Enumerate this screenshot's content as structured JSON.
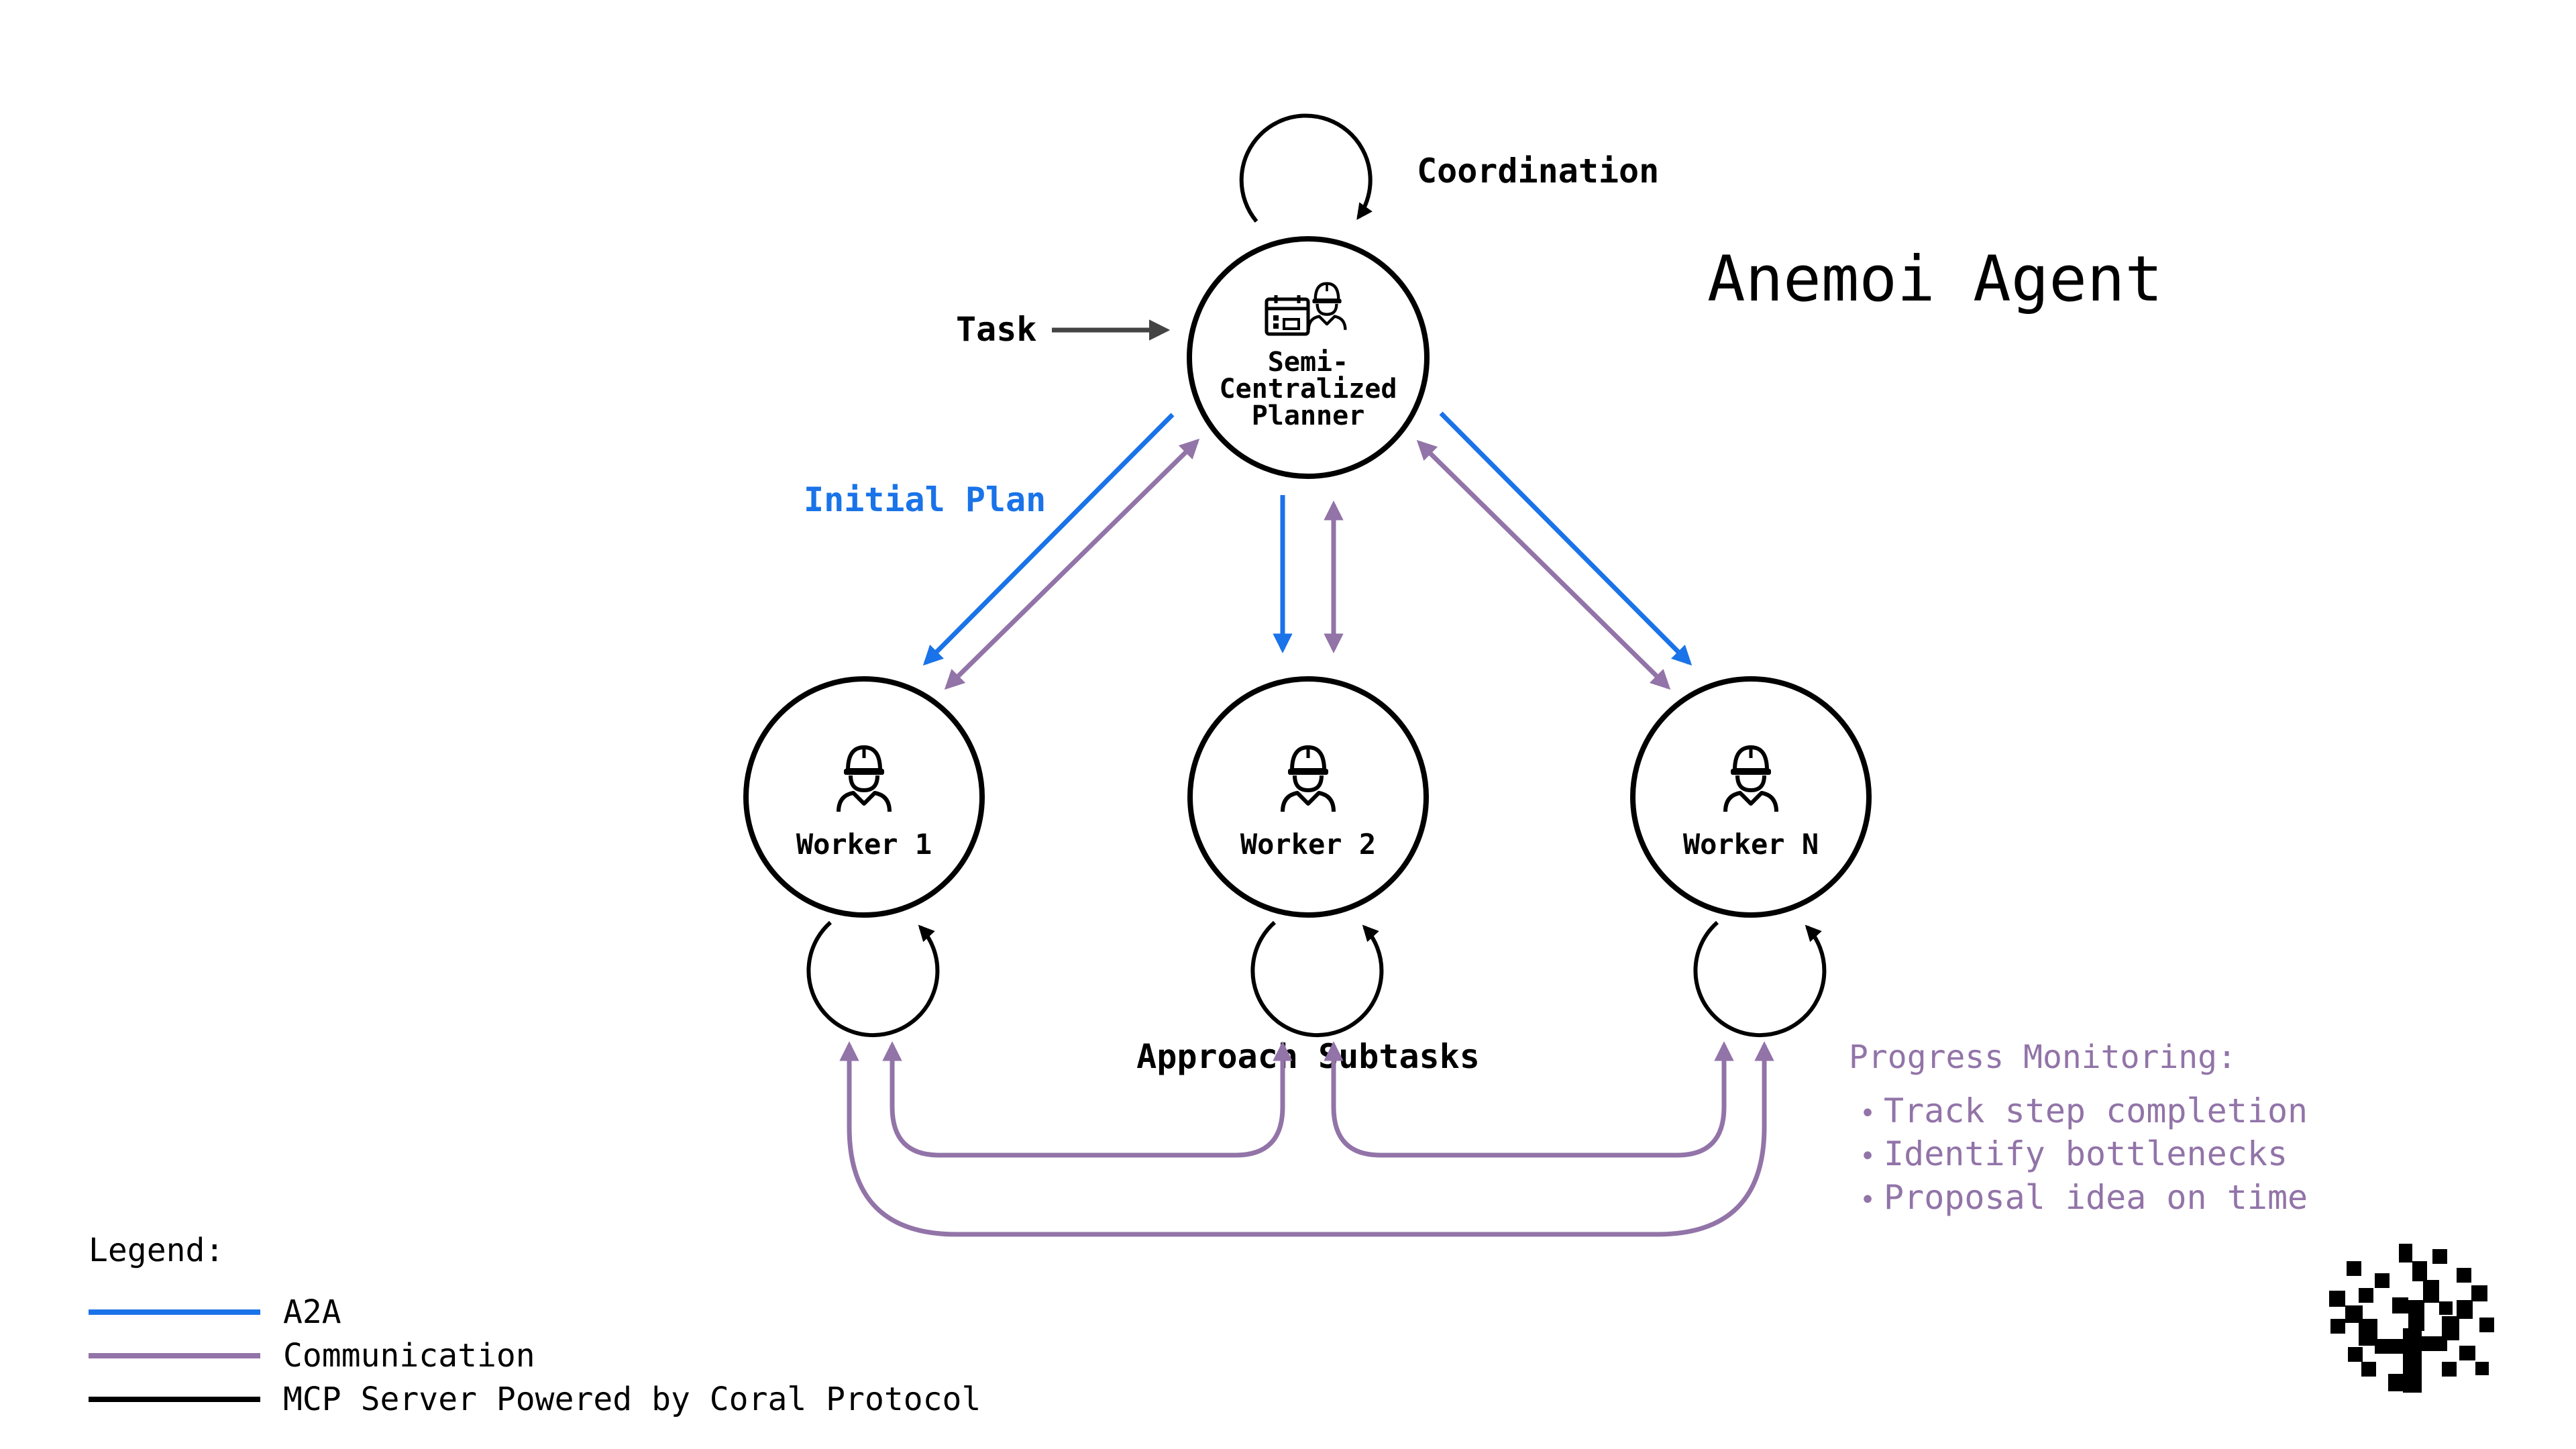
{
  "title": "Anemoi Agent",
  "planner": {
    "label_lines": [
      "Semi-",
      "Centralized",
      "Planner"
    ],
    "icon": "planner-calendar-worker-icon"
  },
  "workers": [
    {
      "label": "Worker 1",
      "icon": "worker-hardhat-icon"
    },
    {
      "label": "Worker 2",
      "icon": "worker-hardhat-icon"
    },
    {
      "label": "Worker N",
      "icon": "worker-hardhat-icon"
    }
  ],
  "labels": {
    "coordination": "Coordination",
    "task": "Task",
    "initial_plan": "Initial Plan",
    "approach_subtasks": "Approach Subtasks"
  },
  "progress": {
    "title": "Progress Monitoring:",
    "items": [
      "Track step completion",
      "Identify bottlenecks",
      "Proposal idea on time"
    ],
    "bullet": "•"
  },
  "legend": {
    "title": "Legend:",
    "items": [
      {
        "label": "A2A",
        "color": "#1a73e8"
      },
      {
        "label": "Communication",
        "color": "#9274a8"
      },
      {
        "label": "MCP Server Powered by Coral Protocol",
        "color": "#000000"
      }
    ]
  },
  "colors": {
    "a2a": "#1a73e8",
    "communication": "#9274a8",
    "mcp": "#000000",
    "task_arrow": "#444444"
  },
  "logo": {
    "name": "coral-protocol-logo-icon"
  }
}
